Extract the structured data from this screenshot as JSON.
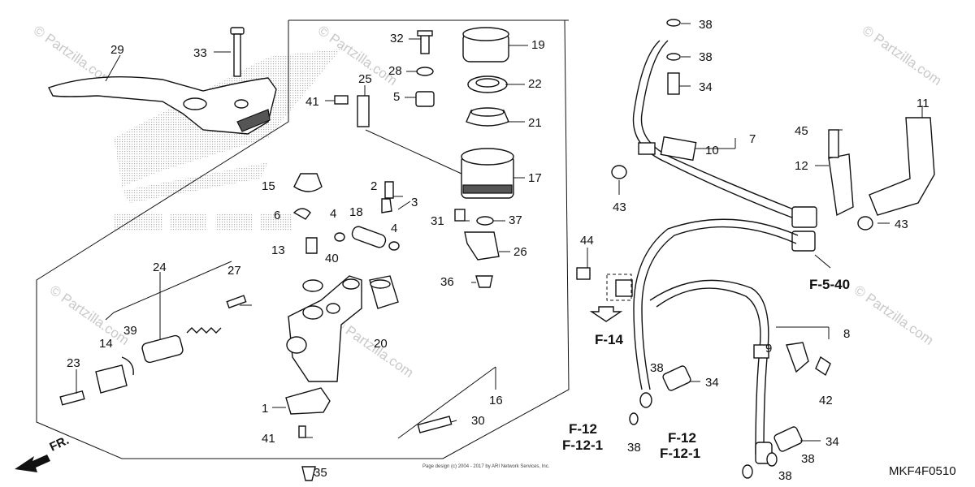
{
  "diagram_code": "MKF4F0510",
  "front_marker": "FR.",
  "watermark": "© Partzilla.com",
  "copyright": "Page design (c) 2004 - 2017 by ARI Network Services, Inc.",
  "references": {
    "f5_40": "F-5-40",
    "f14": "F-14",
    "f12_a": "F-12",
    "f12_1_a": "F-12-1",
    "f12_b": "F-12",
    "f12_1_b": "F-12-1"
  },
  "callouts": {
    "c1": "1",
    "c2": "2",
    "c3": "3",
    "c4a": "4",
    "c4b": "4",
    "c5": "5",
    "c6": "6",
    "c7": "7",
    "c8": "8",
    "c9": "9",
    "c10": "10",
    "c11": "11",
    "c12": "12",
    "c13": "13",
    "c14": "14",
    "c15": "15",
    "c16": "16",
    "c17": "17",
    "c18": "18",
    "c19": "19",
    "c20": "20",
    "c21": "21",
    "c22": "22",
    "c23": "23",
    "c24": "24",
    "c25": "25",
    "c26": "26",
    "c27": "27",
    "c28": "28",
    "c29": "29",
    "c30": "30",
    "c31": "31",
    "c32": "32",
    "c33": "33",
    "c34a": "34",
    "c34b": "34",
    "c34c": "34",
    "c35": "35",
    "c36": "36",
    "c37": "37",
    "c38a": "38",
    "c38b": "38",
    "c38c": "38",
    "c38d": "38",
    "c38e": "38",
    "c38f": "38",
    "c39": "39",
    "c40": "40",
    "c41a": "41",
    "c41b": "41",
    "c42": "42",
    "c43a": "43",
    "c43b": "43",
    "c44": "44",
    "c45": "45"
  },
  "colors": {
    "ink": "#111111",
    "watermark": "#c9c9c9",
    "logo_hatch": "#b8b8b8"
  }
}
